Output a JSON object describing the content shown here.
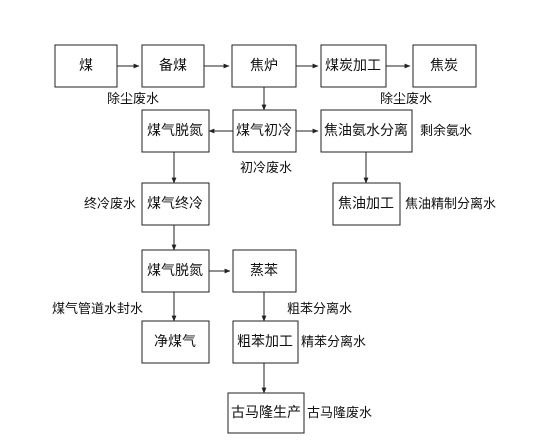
{
  "nodes": {
    "coal": "煤",
    "coal_prep": "备煤",
    "coke_oven": "焦炉",
    "coke_processing": "煤炭加工",
    "coke": "焦炭",
    "gas_desulfur": "煤气脱氮",
    "gas_primary_cooling": "煤气初冷",
    "tar_ammonia_sep": "焦油氨水分离",
    "gas_final_cooling": "煤气终冷",
    "tar_processing": "焦油加工",
    "gas_denitro": "煤气脱氮",
    "benzene": "蒸苯",
    "clean_gas": "净煤气",
    "crude_benzene_processing": "粗苯加工",
    "coumarone_production": "古马隆生产"
  },
  "labels": {
    "dust_wastewater_left": "除尘废水",
    "dust_wastewater_right": "除尘废水",
    "primary_cooling_wastewater": "初冷废水",
    "residual_ammonia_water": "剩余氨水",
    "final_cooling_wastewater": "终冷废水",
    "tar_refining_separated_water": "焦油精制分离水",
    "gas_pipe_seal_water": "煤气管道水封水",
    "crude_benzene_separated_water": "粗苯分离水",
    "refined_benzene_separated_water": "精苯分离水",
    "coumarone_wastewater": "古马隆废水"
  }
}
